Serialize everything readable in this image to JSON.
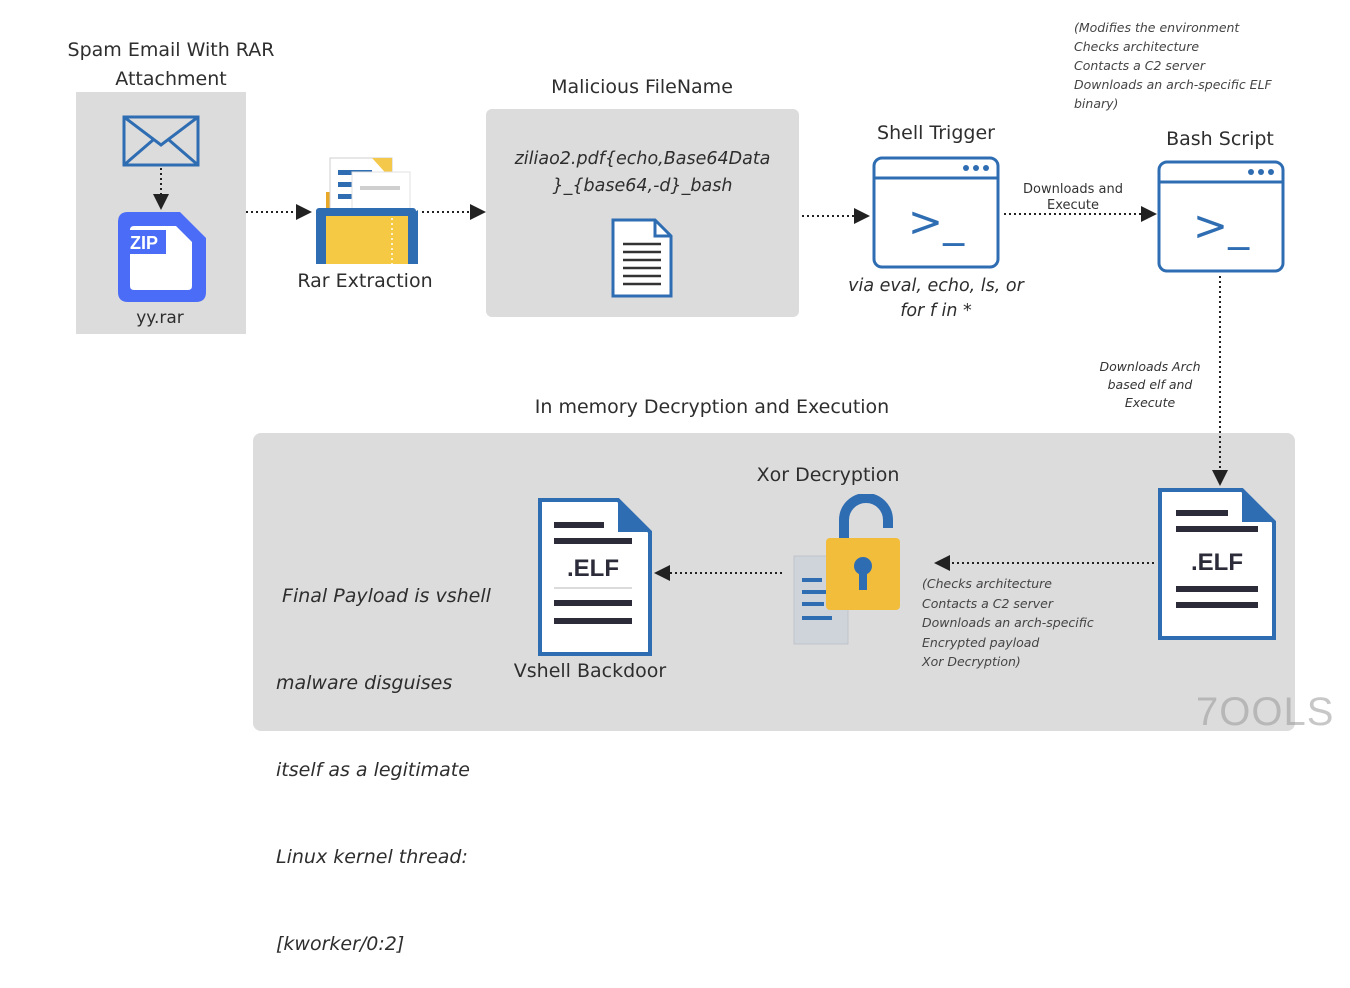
{
  "spam_email": {
    "title_line1": "Spam Email With RAR",
    "title_line2": "Attachment",
    "file_label": "yy.rar",
    "zip_text": "ZIP"
  },
  "rar_extraction": {
    "label": "Rar Extraction"
  },
  "malicious_filename": {
    "title": "Malicious FileName",
    "name_line1": "ziliao2.pdf{echo,Base64Data",
    "name_line2": "}_{base64,-d}_bash"
  },
  "shell_trigger": {
    "title": "Shell Trigger",
    "prompt": ">_",
    "note_line1": "via eval, echo, ls, or",
    "note_line2": "for f in *"
  },
  "downloads_execute": {
    "line1": "Downloads and",
    "line2": "Execute"
  },
  "bash_script": {
    "title": "Bash Script",
    "prompt": ">_",
    "notes": [
      "(Modifies the environment",
      "Checks architecture",
      "Contacts a C2 server",
      "Downloads an arch-specific ELF",
      "binary)"
    ]
  },
  "arch_download": {
    "line1": "Downloads  Arch",
    "line2": "based elf and",
    "line3": "Execute"
  },
  "memory_section": {
    "title": "In memory Decryption and Execution"
  },
  "elf_loader": {
    "text": ".ELF",
    "notes": [
      "(Checks architecture",
      "Contacts a C2 server",
      "Downloads an arch-specific",
      "Encrypted payload",
      "Xor Decryption)"
    ]
  },
  "xor_decryption": {
    "title": "Xor Decryption"
  },
  "vshell_backdoor": {
    "title": "Vshell Backdoor",
    "text": ".ELF"
  },
  "final_payload": {
    "lines": [
      " Final Payload is vshell",
      "malware disguises",
      "itself as a legitimate",
      "Linux kernel thread:",
      "[kworker/0:2]"
    ]
  },
  "watermark": {
    "text": "7OOLS"
  },
  "colors": {
    "blue": "#2f6db3",
    "bright_blue": "#4a6cf7",
    "gold": "#f2bd3a",
    "panel": "#dcdcdc"
  }
}
